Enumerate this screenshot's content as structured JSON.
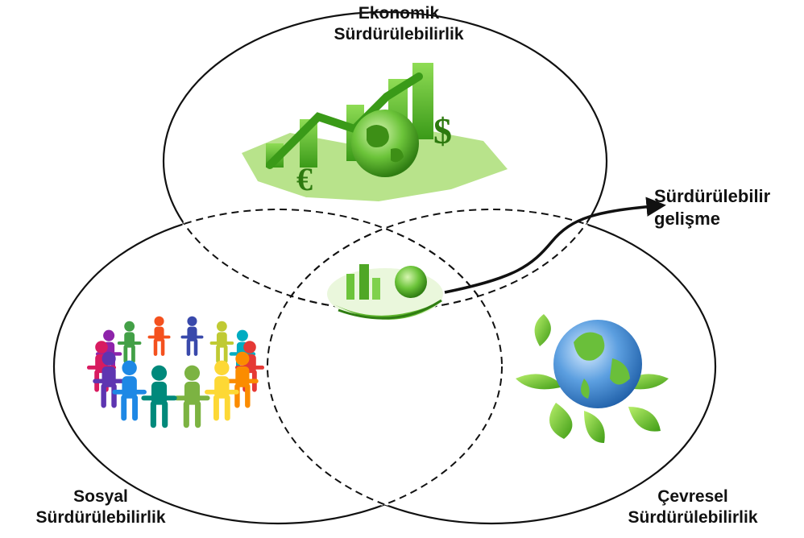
{
  "economic": {
    "line1": "Ekonomik",
    "line2": "Sürdürülebilirlik",
    "icon": "economy-globe-chart-icon"
  },
  "social": {
    "line1": "Sosyal",
    "line2": "Sürdürülebilirlik",
    "icon": "people-circle-icon"
  },
  "environmental": {
    "line1": "Çevresel",
    "line2": "Sürdürülebilirlik",
    "icon": "earth-leaves-icon"
  },
  "center": {
    "line1": "Sürdürülebilir",
    "line2": "gelişme",
    "icon": "green-city-icon"
  },
  "colors": {
    "stroke": "#111111",
    "green": "#5fb52e",
    "darkgreen": "#2f7d12",
    "ocean": "#4a90d9"
  }
}
